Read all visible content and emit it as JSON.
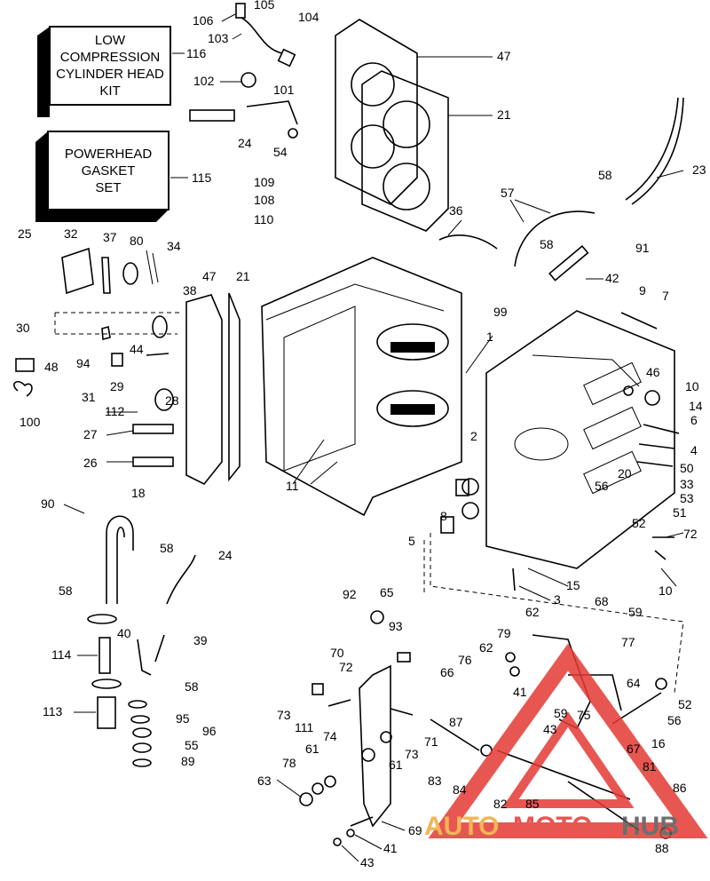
{
  "kits": {
    "low_compression": {
      "lines": [
        "LOW",
        "COMPRESSION",
        "CYLINDER HEAD",
        "KIT"
      ],
      "number": "116"
    },
    "powerhead_gasket": {
      "lines": [
        "POWERHEAD",
        "GASKET",
        "SET"
      ],
      "number": "115"
    }
  },
  "callouts": {
    "n106": "106",
    "n105": "105",
    "n104": "104",
    "n103": "103",
    "n102": "102",
    "n101": "101",
    "n47a": "47",
    "n21a": "21",
    "n24a": "24",
    "n54": "54",
    "n23": "23",
    "n109": "109",
    "n108": "108",
    "n110": "110",
    "n36": "36",
    "n57": "57",
    "n58a": "58",
    "n91": "91",
    "n58b": "58",
    "n42": "42",
    "n99": "99",
    "n25": "25",
    "n32": "32",
    "n37": "37",
    "n80": "80",
    "n34": "34",
    "n38": "38",
    "n47b": "47",
    "n21b": "21",
    "n30": "30",
    "n48": "48",
    "n94": "94",
    "n44": "44",
    "n31": "31",
    "n29": "29",
    "n28": "28",
    "n100": "100",
    "n112": "112",
    "n27": "27",
    "n26": "26",
    "n1": "1",
    "n9": "9",
    "n7": "7",
    "n10a": "10",
    "n46": "46",
    "n14": "14",
    "n6": "6",
    "n4": "4",
    "n2": "2",
    "n11": "11",
    "n50": "50",
    "n20": "20",
    "n33": "33",
    "n53": "53",
    "n51": "51",
    "n56a": "56",
    "n8": "8",
    "n5": "5",
    "n52a": "52",
    "n72": "72",
    "n10b": "10",
    "n15": "15",
    "n3": "3",
    "n90": "90",
    "n18": "18",
    "n58c": "58",
    "n24b": "24",
    "n58d": "58",
    "n40": "40",
    "n39": "39",
    "n114": "114",
    "n58e": "58",
    "n113": "113",
    "n95": "95",
    "n96": "96",
    "n55": "55",
    "n89": "89",
    "n92": "92",
    "n65": "65",
    "n93": "93",
    "n62a": "62",
    "n68": "68",
    "n59a": "59",
    "n79": "79",
    "n62b": "62",
    "n77": "77",
    "n70": "70",
    "n76": "76",
    "n72b": "72",
    "n66": "66",
    "n64": "64",
    "n52b": "52",
    "n73a": "73",
    "n111": "111",
    "n41a": "41",
    "n59b": "59",
    "n75": "75",
    "n56b": "56",
    "n74": "74",
    "n43a": "43",
    "n87": "87",
    "n16": "16",
    "n71": "71",
    "n73b": "73",
    "n67": "67",
    "n61a": "61",
    "n61b": "61",
    "n78": "78",
    "n81": "81",
    "n83": "83",
    "n84": "84",
    "n63": "63",
    "n86": "86",
    "n82": "82",
    "n85": "85",
    "n69": "69",
    "n41b": "41",
    "n43b": "43",
    "n88": "88"
  },
  "watermark": {
    "part1": "AUTO",
    "part2": "MOTO",
    "part3": "HUB"
  },
  "colors": {
    "watermark_orange": "#f2a93b",
    "watermark_red": "#e53935",
    "watermark_gray": "#555555"
  }
}
